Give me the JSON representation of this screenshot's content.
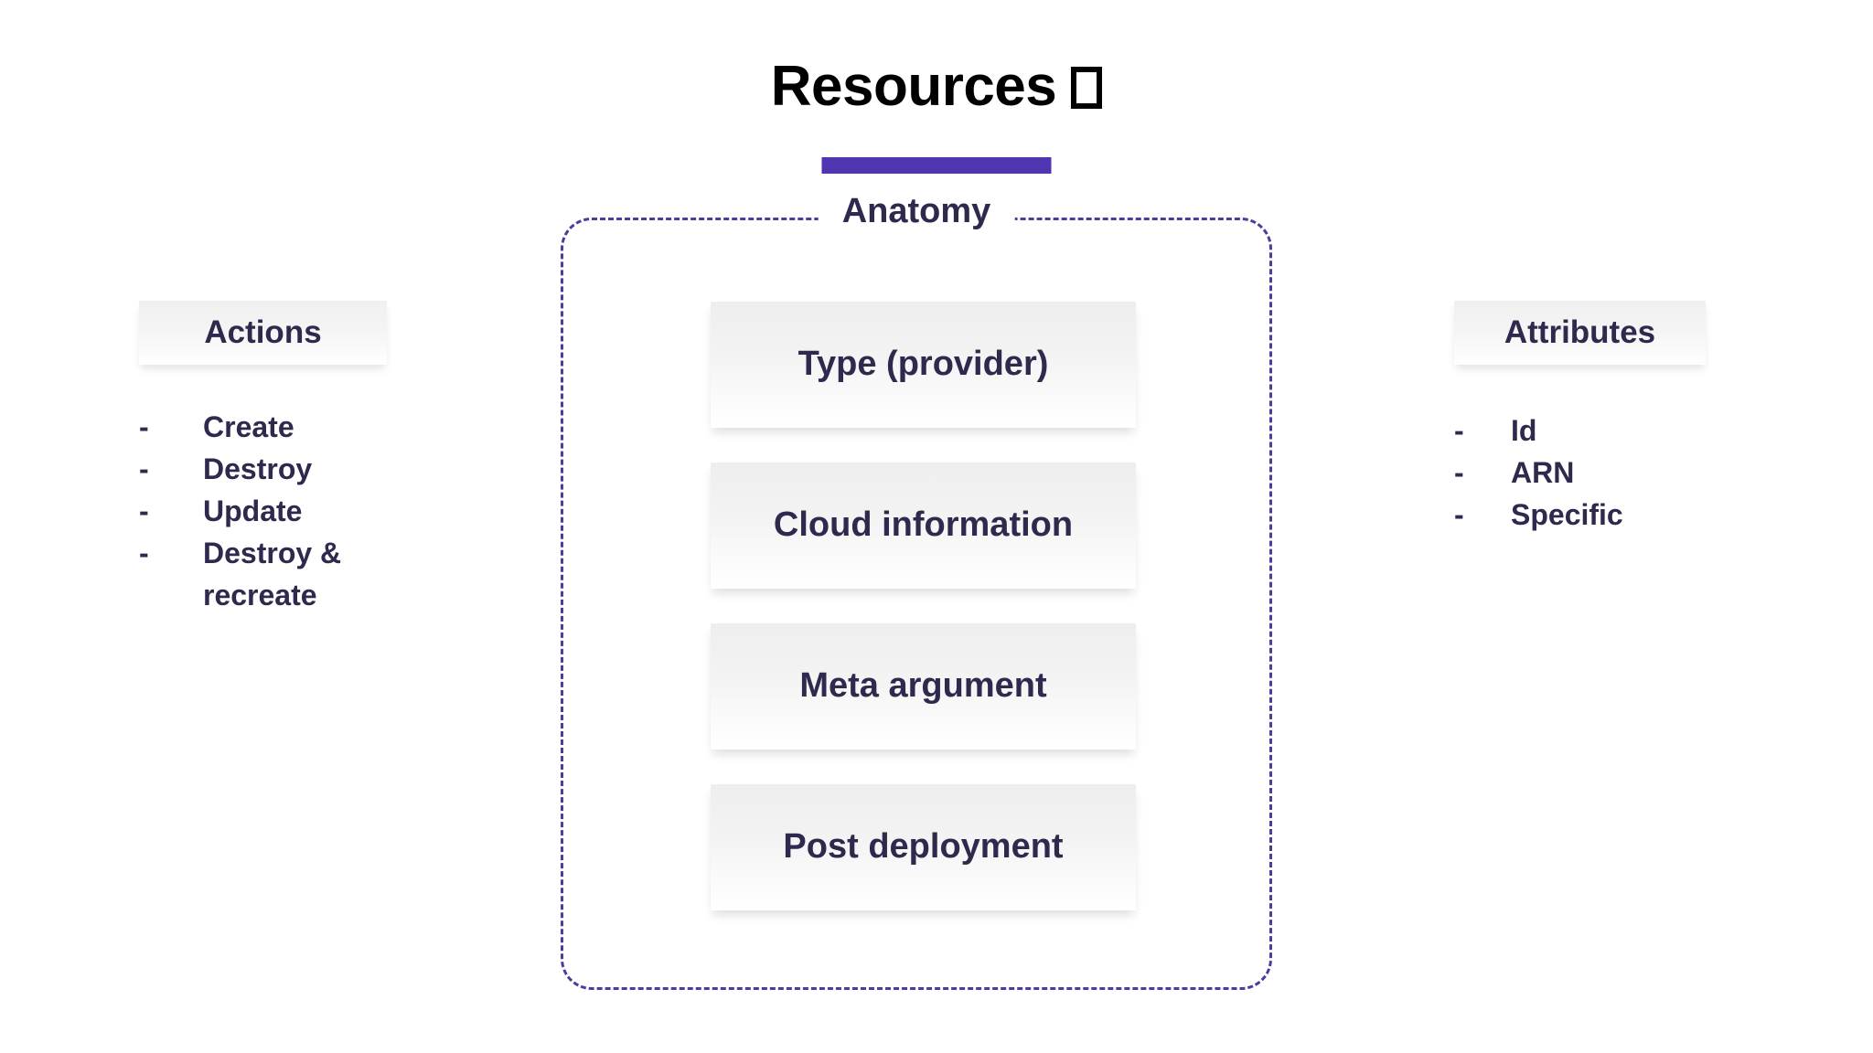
{
  "title": {
    "text": "Resources",
    "trailing_glyph_icon": "missing-glyph-box",
    "rule_color": "#4f35b0",
    "text_color": "#000000"
  },
  "anatomy": {
    "label": "Anatomy",
    "border_color": "#4a3d9e",
    "cards": [
      {
        "label": "Type (provider)"
      },
      {
        "label": "Cloud information"
      },
      {
        "label": "Meta argument"
      },
      {
        "label": "Post deployment"
      }
    ]
  },
  "actions": {
    "header": "Actions",
    "bullet": "-",
    "items": [
      {
        "text": "Create"
      },
      {
        "text": "Destroy"
      },
      {
        "text": "Update"
      },
      {
        "text": "Destroy & recreate"
      }
    ]
  },
  "attributes": {
    "header": "Attributes",
    "bullet": "-",
    "items": [
      {
        "text": "Id"
      },
      {
        "text": "ARN"
      },
      {
        "text": "Specific"
      }
    ]
  },
  "theme": {
    "text_color": "#2d2a4e",
    "accent_purple": "#4f35b0",
    "dashed_border": "#4a3d9e",
    "background": "#ffffff"
  }
}
